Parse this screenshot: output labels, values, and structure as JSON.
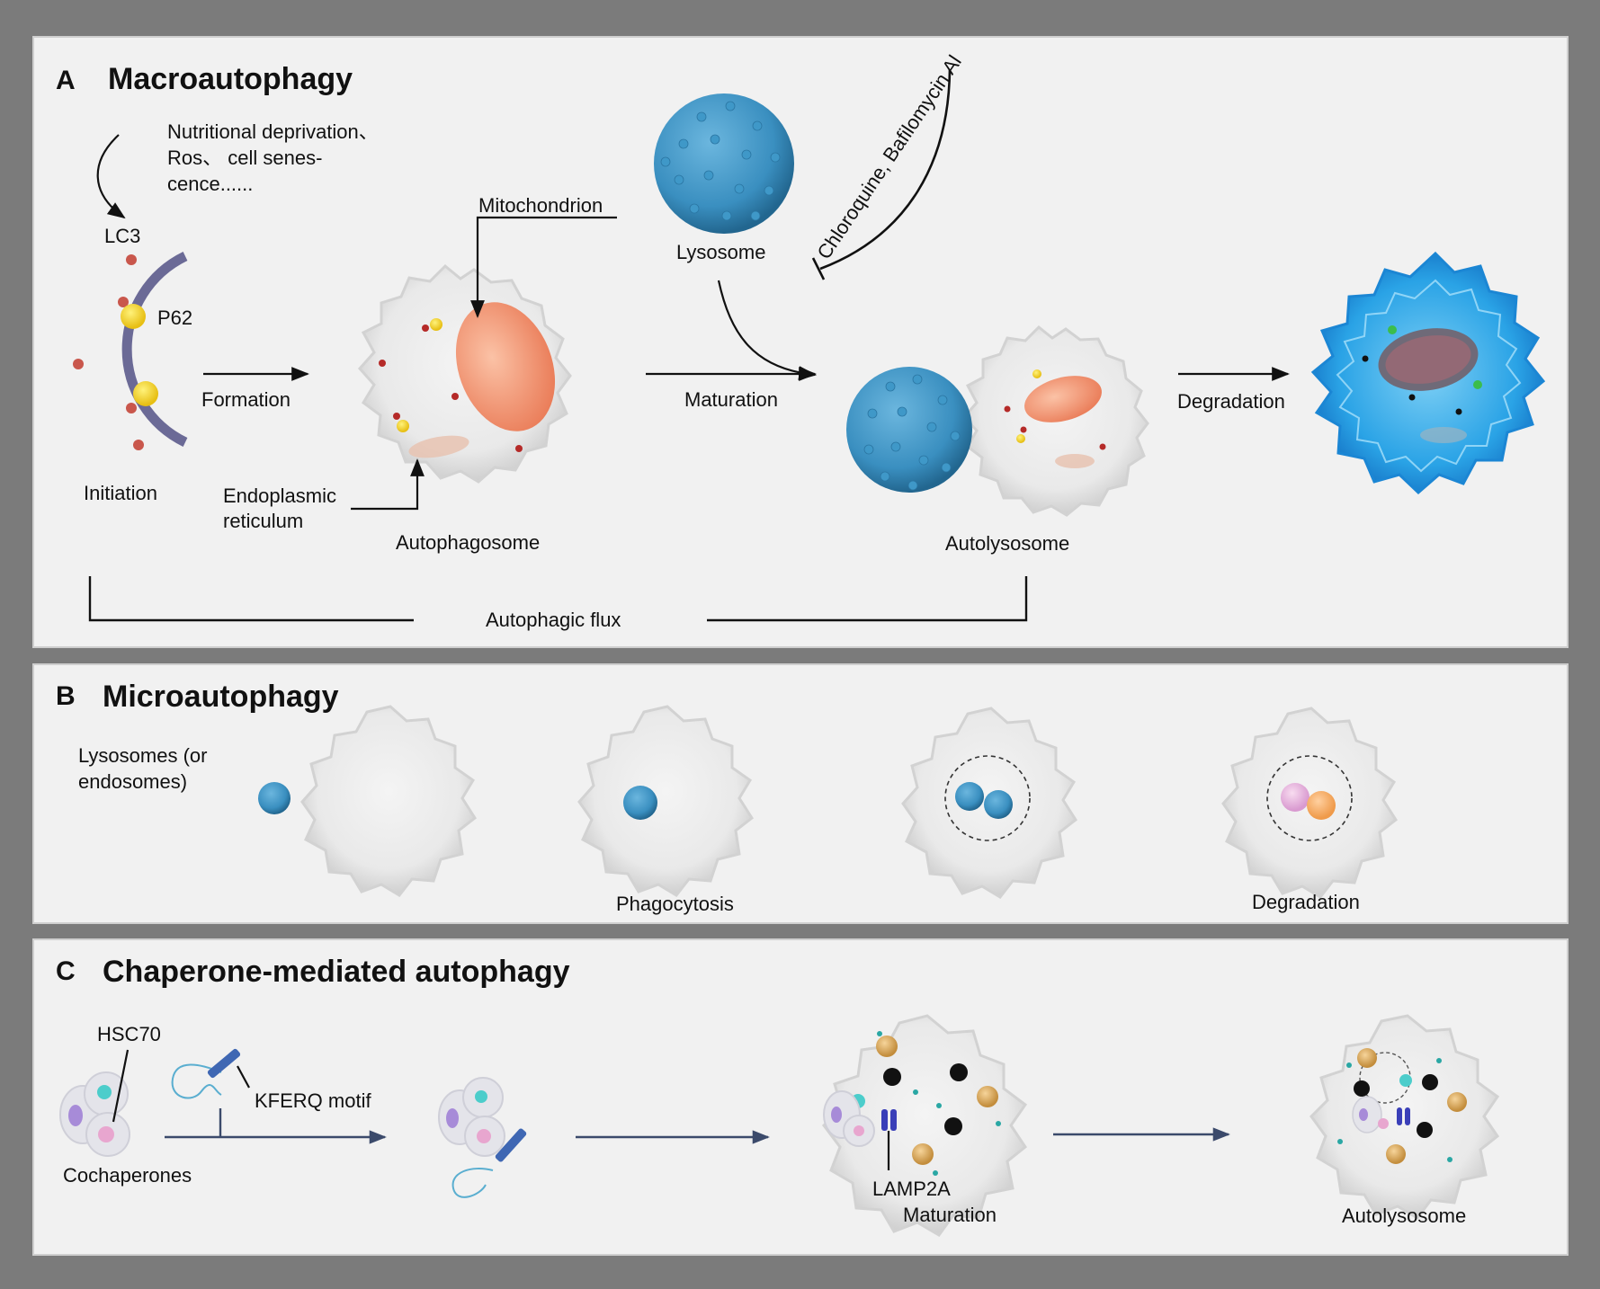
{
  "panel_a": {
    "letter": "A",
    "title": "Macroautophagy",
    "stimulus": [
      "Nutritional deprivation、",
      "Ros、 cell senes-",
      "cence......"
    ],
    "lc3": "LC3",
    "p62": "P62",
    "initiation": "Initiation",
    "formation": "Formation",
    "mitochondrion": "Mitochondrion",
    "er": [
      "Endoplasmic",
      "reticulum"
    ],
    "autophagosome": "Autophagosome",
    "lysosome": "Lysosome",
    "inhibitors": "Chloroquine, Bafilomycin Al",
    "maturation": "Maturation",
    "autolysosome": "Autolysosome",
    "degradation": "Degradation",
    "flux": "Autophagic flux"
  },
  "panel_b": {
    "letter": "B",
    "title": "Microautophagy",
    "lysosomes": [
      "Lysosomes (or",
      "endosomes)"
    ],
    "phagocytosis": "Phagocytosis",
    "degradation": "Degradation"
  },
  "panel_c": {
    "letter": "C",
    "title": "Chaperone-mediated autophagy",
    "hsc70": "HSC70",
    "kferq": "KFERQ motif",
    "cochaperones": "Cochaperones",
    "lamp2a": "LAMP2A",
    "maturation": "Maturation",
    "autolysosome": "Autolysosome"
  },
  "colors": {
    "background": "#7b7b7b",
    "panel": "#f1f1f1",
    "lysosome_blue": "#3a8fc0",
    "membrane_purple": "#6b6a96",
    "mitochondrion_orange": "#f29a7a",
    "arrow_navy": "#3b4a6b"
  }
}
